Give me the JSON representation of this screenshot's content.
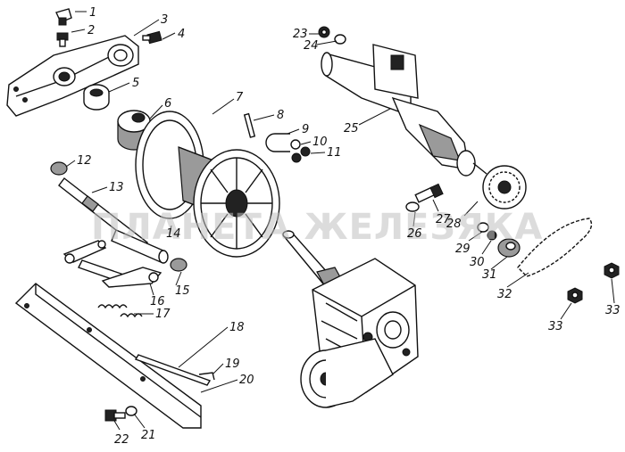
{
  "watermark": "ПЛАНЕТА ЖЕЛЕЗЯКА",
  "callouts": {
    "c1": "1",
    "c2": "2",
    "c3": "3",
    "c4": "4",
    "c5": "5",
    "c6": "6",
    "c7": "7",
    "c8": "8",
    "c9": "9",
    "c10": "10",
    "c11": "11",
    "c12": "12",
    "c13": "13",
    "c14": "14",
    "c15": "15",
    "c16": "16",
    "c17": "17",
    "c18": "18",
    "c19": "19",
    "c20": "20",
    "c21": "21",
    "c22": "22",
    "c23": "23",
    "c24": "24",
    "c25": "25",
    "c26": "26",
    "c27": "27",
    "c28": "28",
    "c29": "29",
    "c30": "30",
    "c31": "31",
    "c32": "32",
    "c33a": "33",
    "c33b": "33"
  }
}
